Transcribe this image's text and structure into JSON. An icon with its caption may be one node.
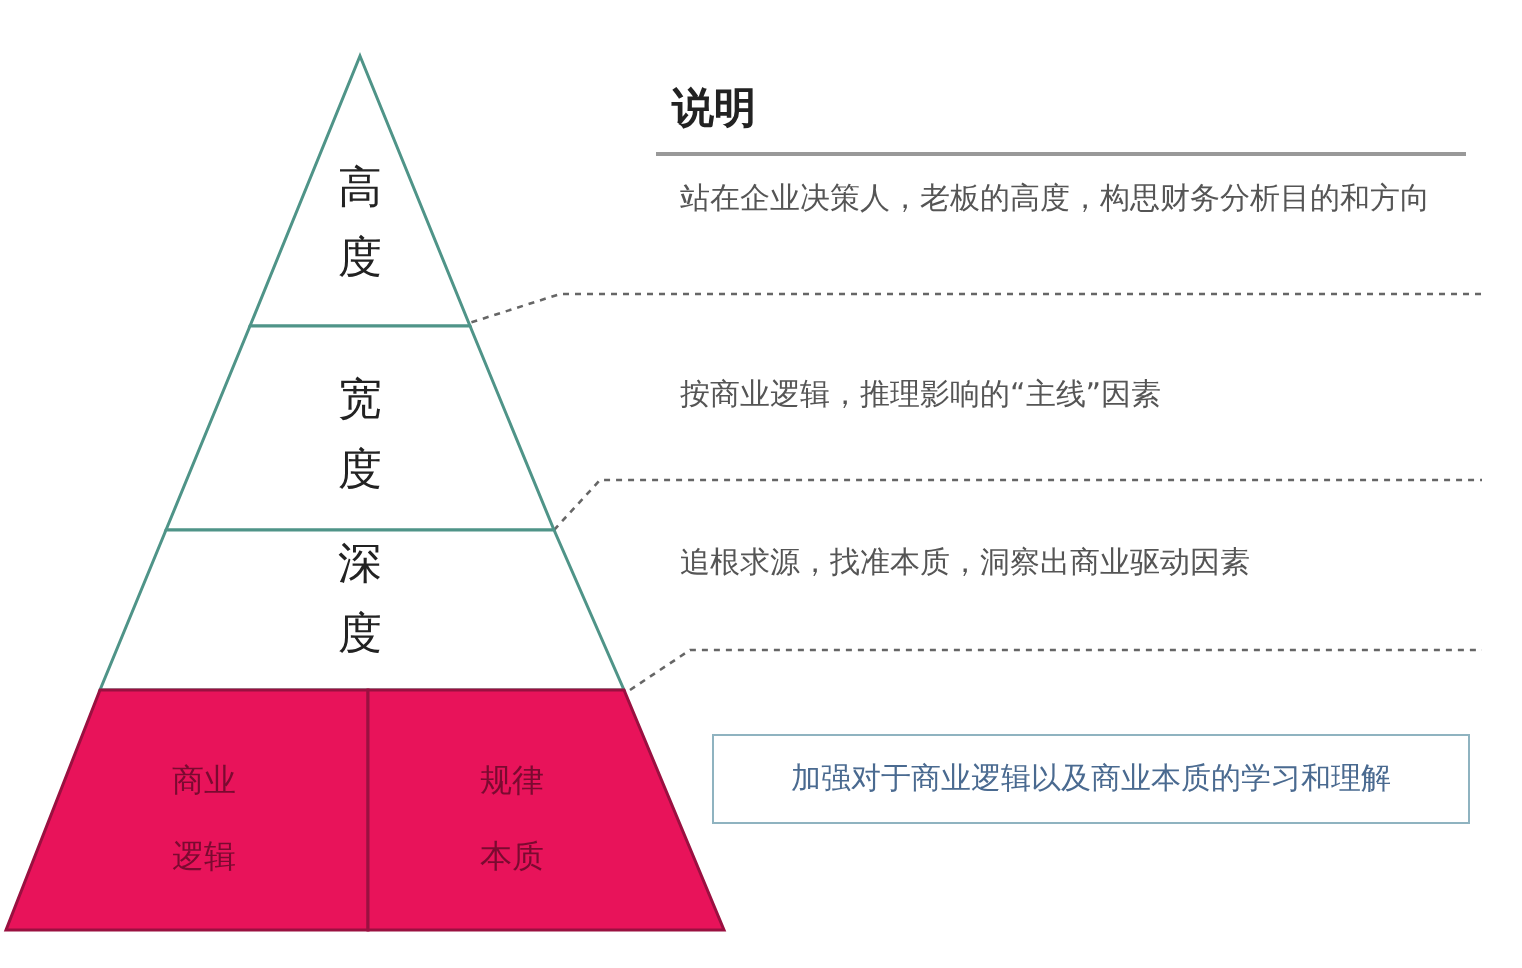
{
  "diagram": {
    "title": "说明",
    "nodes": [
      {
        "text": [
          "高度"
        ]
      },
      {
        "text": [
          "宽度"
        ]
      },
      {
        "text": [
          "深度"
        ]
      },
      {
        "text": [
          "商业逻辑"
        ]
      },
      {
        "text": [
          "规律本质"
        ]
      },
      {
        "text": [
          "加强对于商业逻辑以及商业本质的学习和理解"
        ]
      }
    ],
    "labels": [
      "站在企业决策人，老板的高度，构思财务分析目的和方向",
      "按商业逻辑，推理影响的“主线”因素",
      "追根求源，找准本质，洞察出商业驱动因素"
    ]
  }
}
